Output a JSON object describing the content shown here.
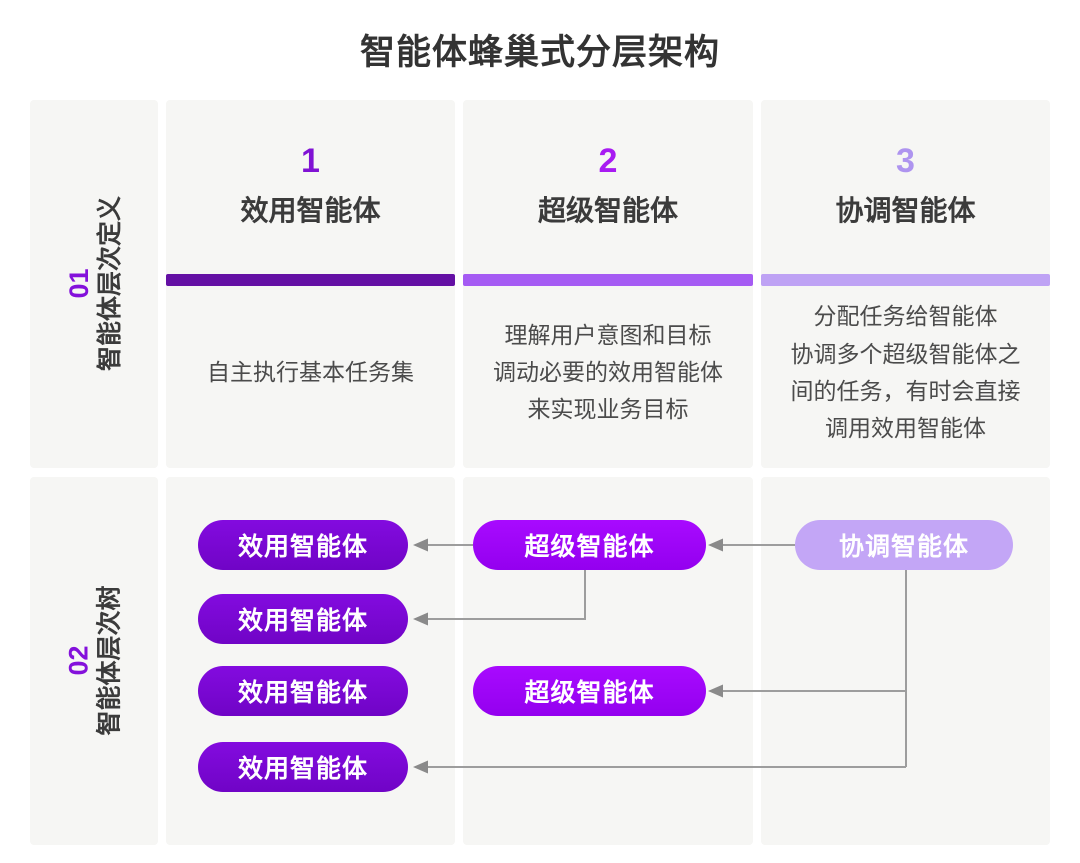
{
  "title": "智能体蜂巢式分层架构",
  "colors": {
    "cell_bg": "#f6f6f4",
    "title_text": "#333333",
    "heading_text": "#3b3b3b",
    "body_text": "#4b4b4b",
    "row_number": "#8411db",
    "level1_accent": "#6410a4",
    "level1_number": "#8012d4",
    "level2_accent": "#a55bf3",
    "level2_number": "#a81bf2",
    "level3_accent": "#bea2f4",
    "level3_number": "#ae94ef",
    "pill_utility": "#7807d6",
    "pill_super": "#9e04f8",
    "pill_coordinator": "#c3a6f6",
    "pill_text": "#ffffff",
    "connector": "#9d9d9d",
    "arrowhead": "#8a8a8a"
  },
  "sections": [
    {
      "number": "01",
      "label": "智能体层次定义"
    },
    {
      "number": "02",
      "label": "智能体层次树"
    }
  ],
  "levels": [
    {
      "number": "1",
      "name": "效用智能体",
      "description": "自主执行基本任务集"
    },
    {
      "number": "2",
      "name": "超级智能体",
      "description": "理解用户意图和目标\n调动必要的效用智能体\n来实现业务目标"
    },
    {
      "number": "3",
      "name": "协调智能体",
      "description": "分配任务给智能体\n协调多个超级智能体之\n间的任务，有时会直接\n调用效用智能体"
    }
  ],
  "tree": {
    "pills": [
      {
        "label": "效用智能体",
        "type": "utility"
      },
      {
        "label": "效用智能体",
        "type": "utility"
      },
      {
        "label": "效用智能体",
        "type": "utility"
      },
      {
        "label": "效用智能体",
        "type": "utility"
      },
      {
        "label": "超级智能体",
        "type": "super"
      },
      {
        "label": "超级智能体",
        "type": "super"
      },
      {
        "label": "协调智能体",
        "type": "coordinator"
      }
    ],
    "connections": [
      {
        "from": "super-1",
        "to": "utility-1"
      },
      {
        "from": "super-1",
        "to": "utility-2"
      },
      {
        "from": "coordinator-1",
        "to": "super-1"
      },
      {
        "from": "coordinator-1",
        "to": "super-2"
      },
      {
        "from": "coordinator-1",
        "to": "utility-4"
      }
    ]
  }
}
